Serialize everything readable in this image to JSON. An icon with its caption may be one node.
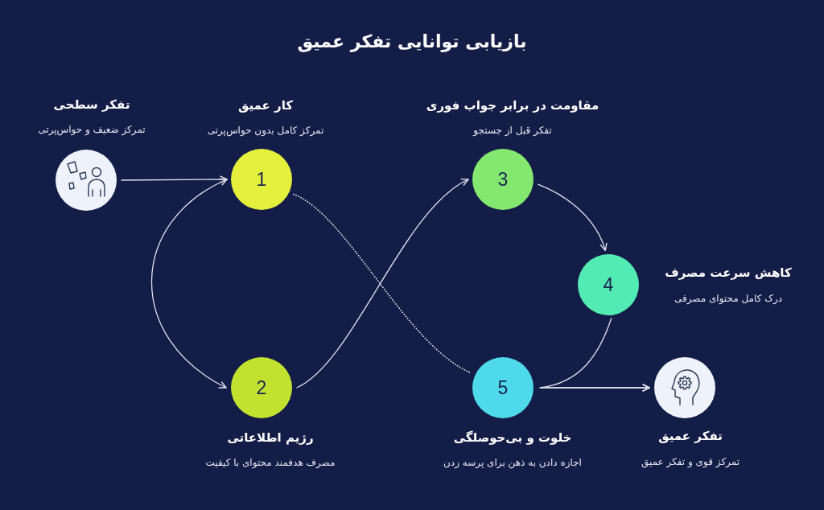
{
  "diagram": {
    "title": "بازیابی توانایی تفکر عمیق",
    "nodes": [
      {
        "text": [
          "تفکر سطحی",
          "تمرکز ضعیف و حواس‌پرتی"
        ]
      },
      {
        "text": [
          "کار عمیق",
          "تمرکز کامل بدون حواس‌پرتی",
          "1"
        ]
      },
      {
        "text": [
          "2",
          "رژیم اطلاعاتی",
          "مصرف هدفمند محتوای با کیفیت"
        ]
      },
      {
        "text": [
          "مقاومت در برابر جواب فوری",
          "تفکر قبل از جستجو",
          "3"
        ]
      },
      {
        "text": [
          "4",
          "کاهش سرعت مصرف",
          "درک کامل محتوای مصرفی"
        ]
      },
      {
        "text": [
          "5",
          "خلوت و بی‌حوصلگی",
          "اجازه دادن به ذهن برای پرسه زدن"
        ]
      },
      {
        "text": [
          "تفکر عمیق",
          "تمرکز قوی و تفکر عمیق"
        ]
      }
    ],
    "edges": [
      {
        "from": 0,
        "to": 1,
        "arrow": "to"
      },
      {
        "from": 1,
        "to": 2,
        "arrow": "both"
      },
      {
        "from": 1,
        "to": 5,
        "arrow": "none",
        "style": "dashed"
      },
      {
        "from": 2,
        "to": 3,
        "arrow": "to"
      },
      {
        "from": 3,
        "to": 4,
        "arrow": "to"
      },
      {
        "from": 4,
        "to": 6,
        "arrow": "to"
      },
      {
        "from": 5,
        "to": 6,
        "arrow": "to"
      }
    ]
  }
}
